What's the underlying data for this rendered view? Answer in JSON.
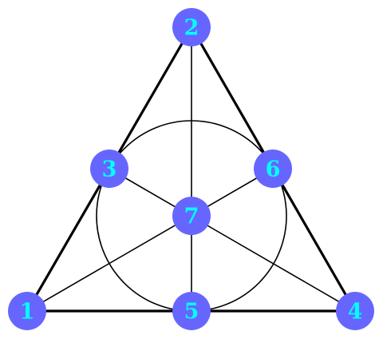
{
  "colors": {
    "node_fill": "#6666ff",
    "node_label": "#00ffff",
    "line": "#000000",
    "background": "#ffffff"
  },
  "nodes": [
    {
      "id": "1",
      "label": "1"
    },
    {
      "id": "2",
      "label": "2"
    },
    {
      "id": "3",
      "label": "3"
    },
    {
      "id": "4",
      "label": "4"
    },
    {
      "id": "5",
      "label": "5"
    },
    {
      "id": "6",
      "label": "6"
    },
    {
      "id": "7",
      "label": "7"
    }
  ],
  "lines": [
    {
      "type": "segment",
      "points": [
        "1",
        "3",
        "2"
      ],
      "weight": "thick"
    },
    {
      "type": "segment",
      "points": [
        "2",
        "6",
        "4"
      ],
      "weight": "thick"
    },
    {
      "type": "segment",
      "points": [
        "1",
        "5",
        "4"
      ],
      "weight": "thick"
    },
    {
      "type": "segment",
      "points": [
        "2",
        "7",
        "5"
      ],
      "weight": "thin"
    },
    {
      "type": "segment",
      "points": [
        "1",
        "7",
        "6"
      ],
      "weight": "thin"
    },
    {
      "type": "segment",
      "points": [
        "3",
        "7",
        "4"
      ],
      "weight": "thin"
    },
    {
      "type": "circle",
      "points": [
        "3",
        "6",
        "5"
      ],
      "weight": "thin"
    }
  ]
}
